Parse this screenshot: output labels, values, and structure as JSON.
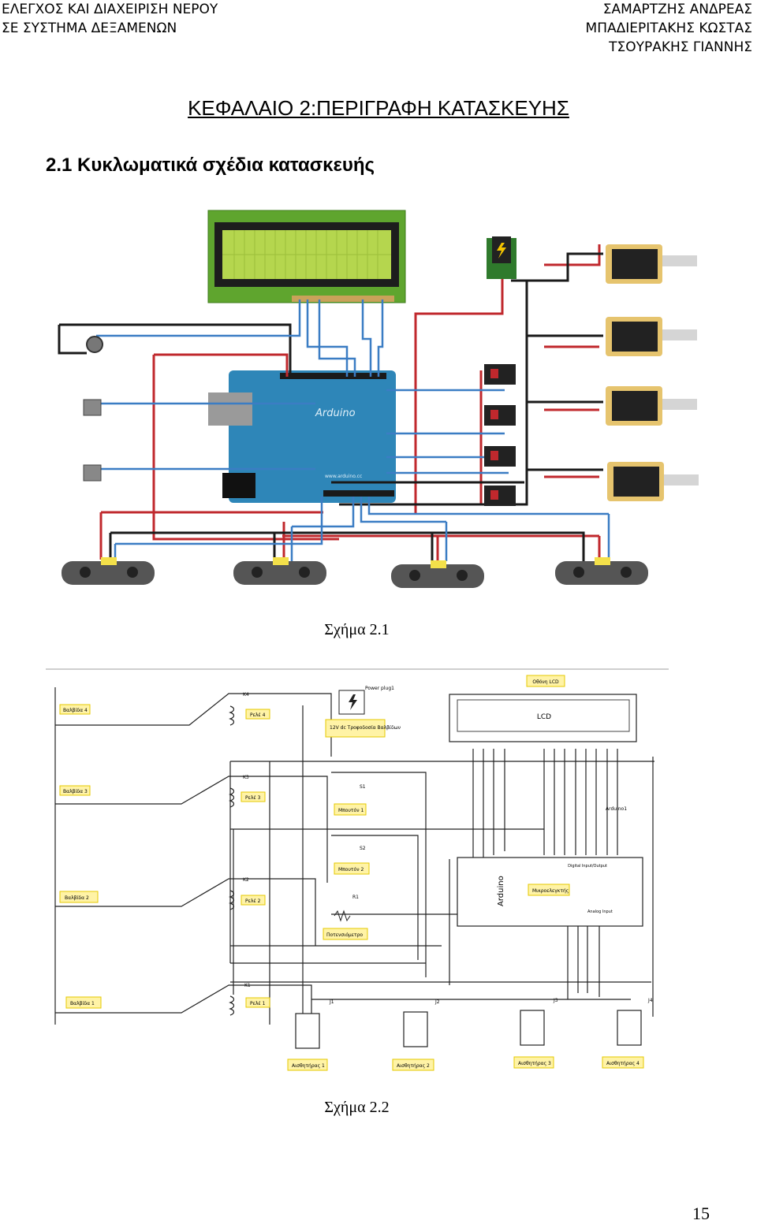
{
  "header": {
    "left_lines": [
      "ΕΛΕΓΧΟΣ ΚΑΙ ΔΙΑΧΕΙΡΙΣΗ ΝΕΡΟΥ",
      "ΣΕ ΣΥΣΤΗΜΑ ΔΕΞΑΜΕΝΩΝ"
    ],
    "right_lines": [
      "ΣΑΜΑΡΤΖΗΣ ΑΝΔΡΕΑΣ",
      "ΜΠΑΔΙΕΡΙΤΑΚΗΣ ΚΩΣΤΑΣ",
      "ΤΣΟΥΡΑΚΗΣ ΓΙΑΝΝΗΣ"
    ]
  },
  "chapter_title": "ΚΕΦΑΛΑΙΟ 2:ΠΕΡΙΓΡΑΦΗ ΚΑΤΑΣΚΕΥΗΣ",
  "section_title": "2.1 Κυκλωματικά σχέδια κατασκευής",
  "figure1": {
    "caption": "Σχήμα 2.1",
    "arduino_text": "Arduino",
    "arduino_site": "www.arduino.cc"
  },
  "figure2": {
    "caption": "Σχήμα 2.2",
    "lcd_title": "Οθόνη LCD",
    "lcd_label": "LCD",
    "power_plug": "Power plug1",
    "power_supply": "12V dc Τροφοδοσία Βαλβίδων",
    "valves": [
      "Βαλβίδα 4",
      "Βαλβίδα 3",
      "Βαλβίδα 2",
      "Βαλβίδα 1"
    ],
    "relays": [
      "Ρελέ 4",
      "Ρελέ 3",
      "Ρελέ 2",
      "Ρελέ 1"
    ],
    "relay_ids": [
      "K4",
      "K3",
      "K2",
      "K1"
    ],
    "buttons": [
      "Μπουτόν 1",
      "Μπουτόν 2"
    ],
    "button_ids": [
      "S1",
      "S2"
    ],
    "pot": "Ποτενσιόμετρο",
    "pot_id": "R1",
    "arduino_id": "Arduino1",
    "arduino_label": "Arduino",
    "mcu_label": "Μικροελεγκτής",
    "analog_label": "Analog Input",
    "digital_label": "Digital Input/Output",
    "sensors": [
      "Αισθητήρας 1",
      "Αισθητήρας 2",
      "Αισθητήρας 3",
      "Αισθητήρας 4"
    ],
    "sensor_ids": [
      "J1",
      "J2",
      "J3",
      "J4"
    ]
  },
  "page_number": "15",
  "colors": {
    "wire_red": "#c0282d",
    "wire_blue": "#3b7dc4",
    "wire_black": "#1a1a1a",
    "board_blue": "#2e86b8",
    "lcd_green": "#7dbf3a",
    "label_yellow": "#fff3a6"
  }
}
